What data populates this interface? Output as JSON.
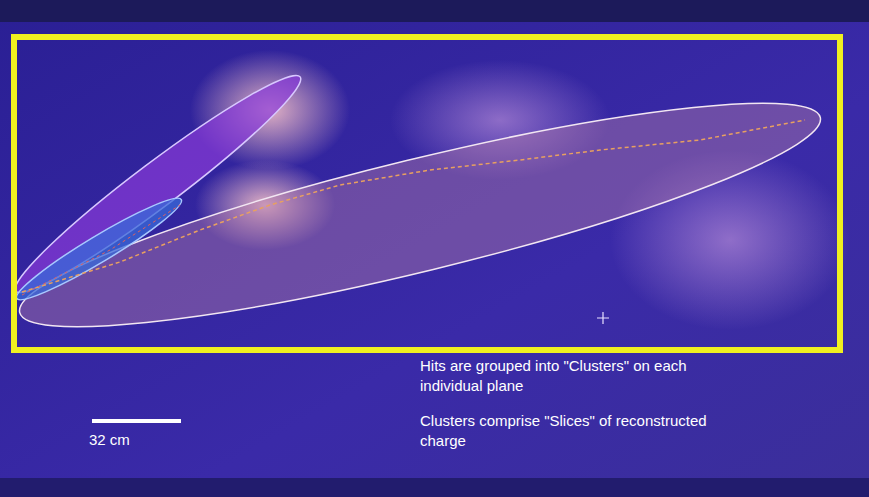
{
  "diagram": {
    "labels": [
      "Hits are grouped into \"Clusters\" on each individual plane",
      "Clusters comprise \"Slices\" of reconstructed charge",
      "32 cm"
    ]
  }
}
